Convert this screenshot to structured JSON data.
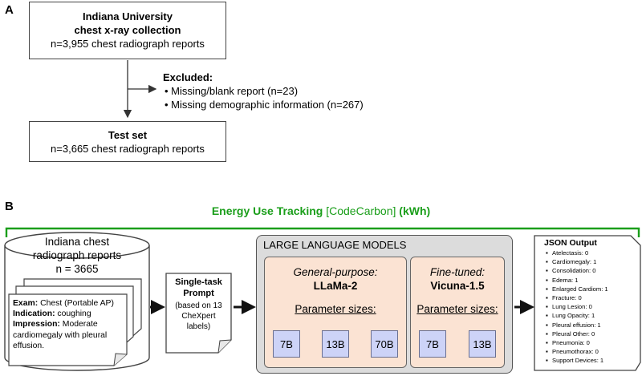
{
  "panel_a": {
    "label": "A",
    "source_box": {
      "line1": "Indiana University",
      "line2": "chest x-ray collection",
      "line3": "n=3,955 chest radiograph reports"
    },
    "excluded": {
      "title": "Excluded:",
      "items": [
        "Missing/blank report (n=23)",
        "Missing demographic information (n=267)"
      ]
    },
    "test_box": {
      "title": "Test set",
      "line2": "n=3,665 chest radiograph reports"
    }
  },
  "panel_b": {
    "label": "B",
    "energy": {
      "title": "Energy Use Tracking",
      "tool": "[CodeCarbon]",
      "unit": "(kWh)"
    },
    "database": {
      "line1": "Indiana chest",
      "line2": "radiograph reports",
      "line3": "n = 3665"
    },
    "report": {
      "exam_label": "Exam:",
      "exam_value": "Chest (Portable AP)",
      "indication_label": "Indication:",
      "indication_value": "coughing",
      "impression_label": "Impression:",
      "impression_line1": "Moderate",
      "impression_line2": "cardiomegaly with pleural",
      "impression_line3": "effusion."
    },
    "prompt": {
      "title1": "Single-task",
      "title2": "Prompt",
      "line1": "(based on 13",
      "line2": "CheXpert",
      "line3": "labels)"
    },
    "llm": {
      "title": "LARGE LANGUAGE MODELS",
      "general": {
        "category": "General-purpose:",
        "model": "LLaMa-2",
        "param_label": "Parameter sizes:",
        "sizes": [
          "7B",
          "13B",
          "70B"
        ]
      },
      "finetuned": {
        "category": "Fine-tuned:",
        "model": "Vicuna-1.5",
        "param_label": "Parameter sizes:",
        "sizes": [
          "7B",
          "13B"
        ]
      }
    },
    "json_output": {
      "title": "JSON Output",
      "items": [
        "Atelectasis: 0",
        "Cardiomegaly: 1",
        "Consolidation: 0",
        "Edema: 1",
        "Enlarged Cardiom: 1",
        "Fracture: 0",
        "Lung Lesion: 0",
        "Lung Opacity: 1",
        "Pleural effusion: 1",
        "Pleural Other: 0",
        "Pneumonia: 0",
        "Pneumothorax: 0",
        "Support Devices: 1"
      ]
    },
    "colors": {
      "energy_green": "#1a9e1a",
      "llm_outer_bg": "#dcdcdc",
      "llm_inner_bg": "#fbe3d3",
      "param_box": "#cdd3f7"
    }
  }
}
